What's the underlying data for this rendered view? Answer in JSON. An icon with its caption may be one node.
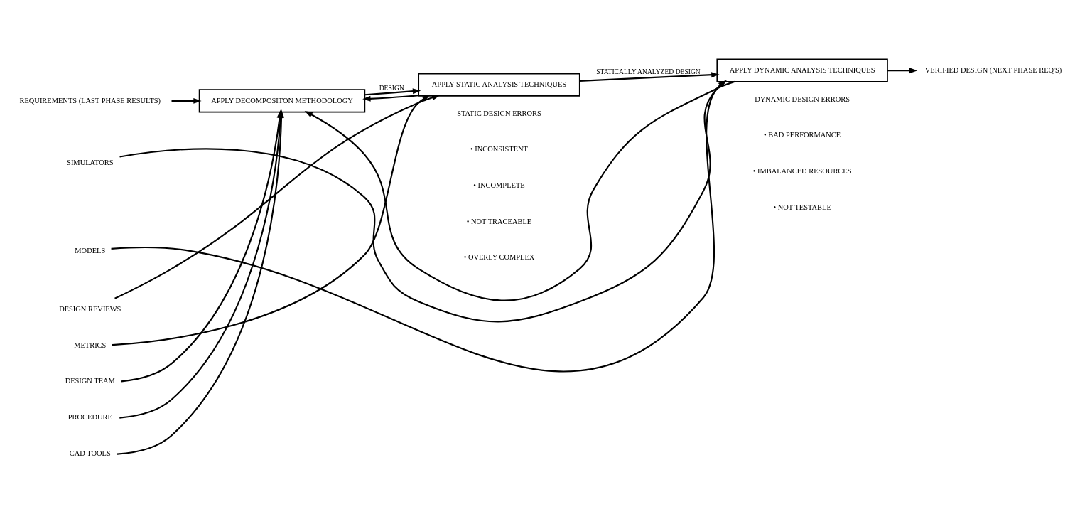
{
  "diagram": {
    "nodes": [
      {
        "text": [
          "REQUIREMENTS (LAST PHASE RESULTS)"
        ]
      },
      {
        "text": [
          "APPLY DECOMPOSITON METHODOLOGY"
        ]
      },
      {
        "text": [
          "DESIGN TEAM"
        ]
      },
      {
        "text": [
          "PROCEDURE"
        ]
      },
      {
        "text": [
          "CAD TOOLS"
        ]
      },
      {
        "text": [
          "APPLY STATIC ANALYSIS TECHNIQUES"
        ]
      },
      {
        "text": [
          "DESIGN REVIEWS"
        ]
      },
      {
        "text": [
          "METRICS"
        ]
      },
      {
        "text": [
          "APPLY DYNAMIC ANALYSIS TECHNIQUES"
        ]
      },
      {
        "text": [
          "SIMULATORS"
        ]
      },
      {
        "text": [
          "MODELS"
        ]
      },
      {
        "text": [
          "VERIFIED DESIGN (NEXT PHASE REQ'S)"
        ]
      }
    ],
    "edges": [
      {
        "from": 0,
        "to": 1,
        "arrow": "to"
      },
      {
        "from": 2,
        "to": 1,
        "arrow": "to"
      },
      {
        "from": 3,
        "to": 1,
        "arrow": "to"
      },
      {
        "from": 4,
        "to": 1,
        "arrow": "to"
      },
      {
        "from": 1,
        "to": 5,
        "arrow": "to",
        "label": "DESIGN"
      },
      {
        "from": 6,
        "to": 5,
        "arrow": "to"
      },
      {
        "from": 7,
        "to": 5,
        "arrow": "to"
      },
      {
        "from": 5,
        "to": 1,
        "arrow": "to"
      },
      {
        "from": 5,
        "to": 8,
        "arrow": "to",
        "label": "STATICALLY ANALYZED DESIGN"
      },
      {
        "from": 9,
        "to": 8,
        "arrow": "to"
      },
      {
        "from": 10,
        "to": 8,
        "arrow": "to"
      },
      {
        "from": 8,
        "to": 11,
        "arrow": "to"
      },
      {
        "from": 8,
        "to": 1,
        "arrow": "to"
      }
    ],
    "labels": [
      "STATIC DESIGN ERRORS",
      "• INCONSISTENT",
      "• INCOMPLETE",
      "• NOT TRACEABLE",
      "• OVERLY COMPLEX",
      "DYNAMIC DESIGN ERRORS",
      "• BAD PERFORMANCE",
      "• IMBALANCED RESOURCES",
      "• NOT TESTABLE"
    ]
  }
}
